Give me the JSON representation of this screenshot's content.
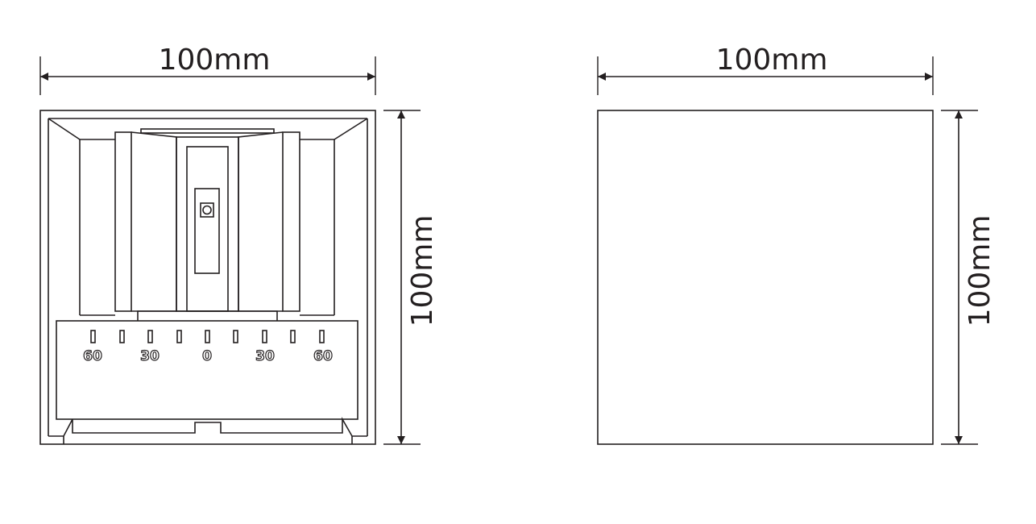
{
  "left_view": {
    "width_label": "100mm",
    "height_label": "100mm",
    "scale_labels": [
      "60",
      "30",
      "0",
      "30",
      "60"
    ]
  },
  "right_view": {
    "width_label": "100mm",
    "height_label": "100mm"
  }
}
